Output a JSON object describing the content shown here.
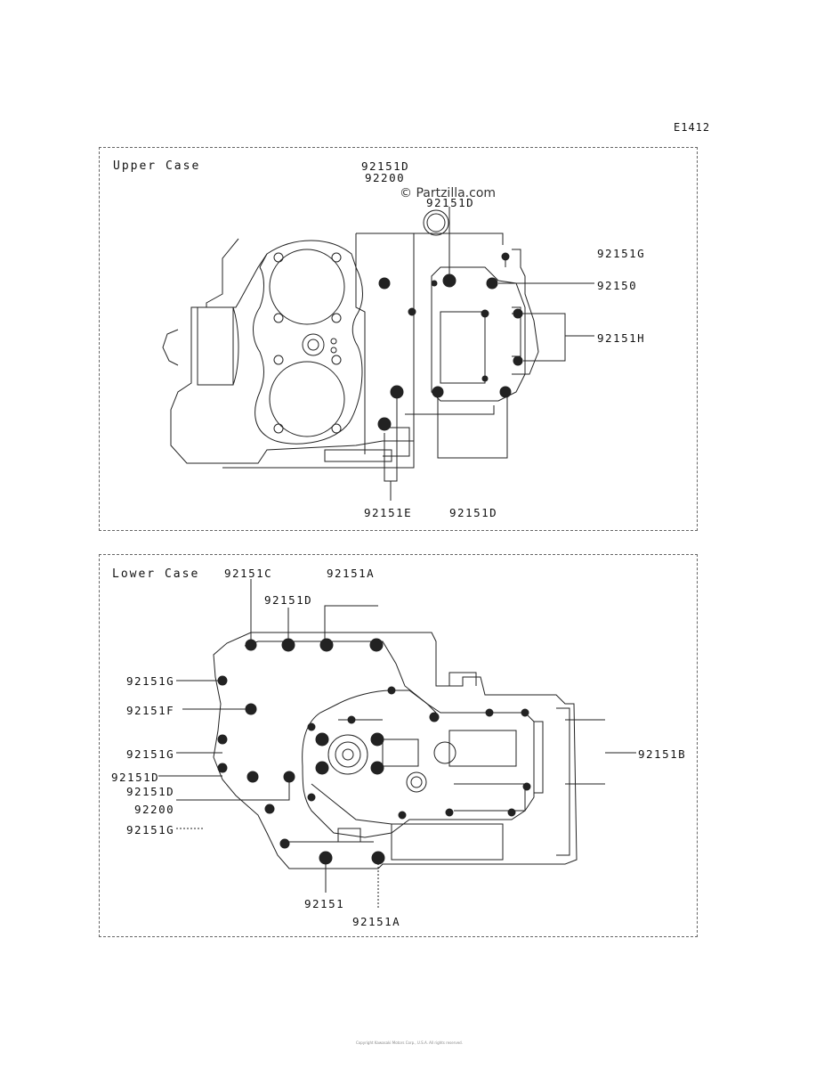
{
  "page_code": "E1412",
  "watermark": "© Partzilla.com",
  "upper": {
    "title": "Upper Case",
    "labels": {
      "top1": "92151D",
      "top2": "92200",
      "top3": "92151D",
      "right_g": "92151G",
      "right_150": "92150",
      "right_h": "92151H",
      "bottom_e": "92151E",
      "bottom_d": "92151D"
    }
  },
  "lower": {
    "title": "Lower Case",
    "labels": {
      "top_c": "92151C",
      "top_a": "92151A",
      "top_d": "92151D",
      "left_g1": "92151G",
      "left_f": "92151F",
      "left_g2": "92151G",
      "left_d1": "92151D",
      "left_d2": "92151D",
      "left_200": "92200",
      "left_g3": "92151G",
      "right_b": "92151B",
      "bottom_1": "92151",
      "bottom_a": "92151A"
    }
  },
  "copyright": "Copyright Kawasaki Motors Corp., U.S.A. All rights reserved."
}
